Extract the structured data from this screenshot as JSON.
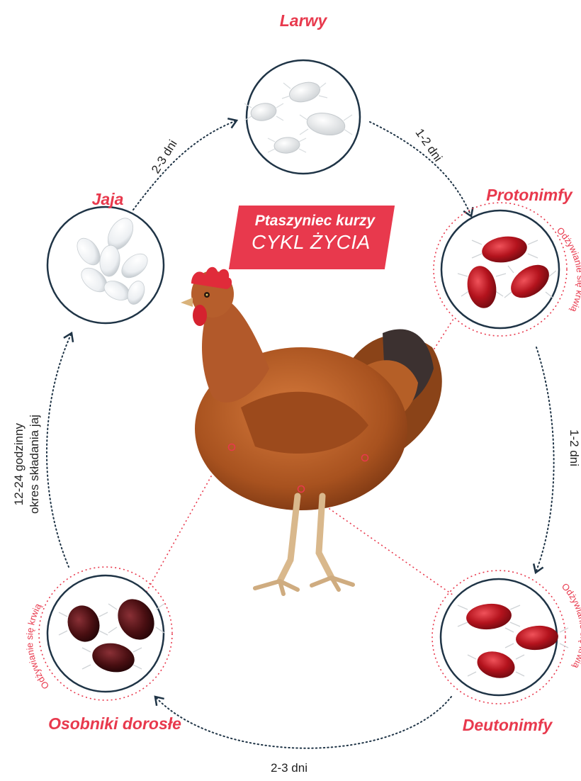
{
  "title": {
    "line1": "Ptaszyniec kurzy",
    "line2": "CYKL ŻYCIA"
  },
  "colors": {
    "accent": "#e8394d",
    "circle_border": "#1f3446",
    "arrow": "#1f3446",
    "mite_red": "#b4131d",
    "mite_dark": "#4a0f12"
  },
  "stages": {
    "larwy": "Larwy",
    "protonimfy": "Protonimfy",
    "deutonimfy": "Deutonimfy",
    "osobniki": "Osobniki dorosłe",
    "jaja": "Jaja"
  },
  "feeding": {
    "protonimfy": "Odżywianie się krwią",
    "deutonimfy": "Odżywianie się krwią",
    "osobniki": "Odżywianie się krwią"
  },
  "durations": {
    "jaja_larwy": "2-3 dni",
    "larwy_protonimfy": "1-2 dni",
    "protonimfy_deutonimfy": "1-2 dni",
    "deutonimfy_osobniki": "2-3 dni",
    "osobniki_jaja_line1": "12-24 godzinny",
    "osobniki_jaja_line2": "okres składania jaj"
  },
  "icons": [
    "larva-mites-icon",
    "protonymph-mites-icon",
    "deutonymph-mites-icon",
    "adult-mites-icon",
    "eggs-icon",
    "hen-icon"
  ]
}
